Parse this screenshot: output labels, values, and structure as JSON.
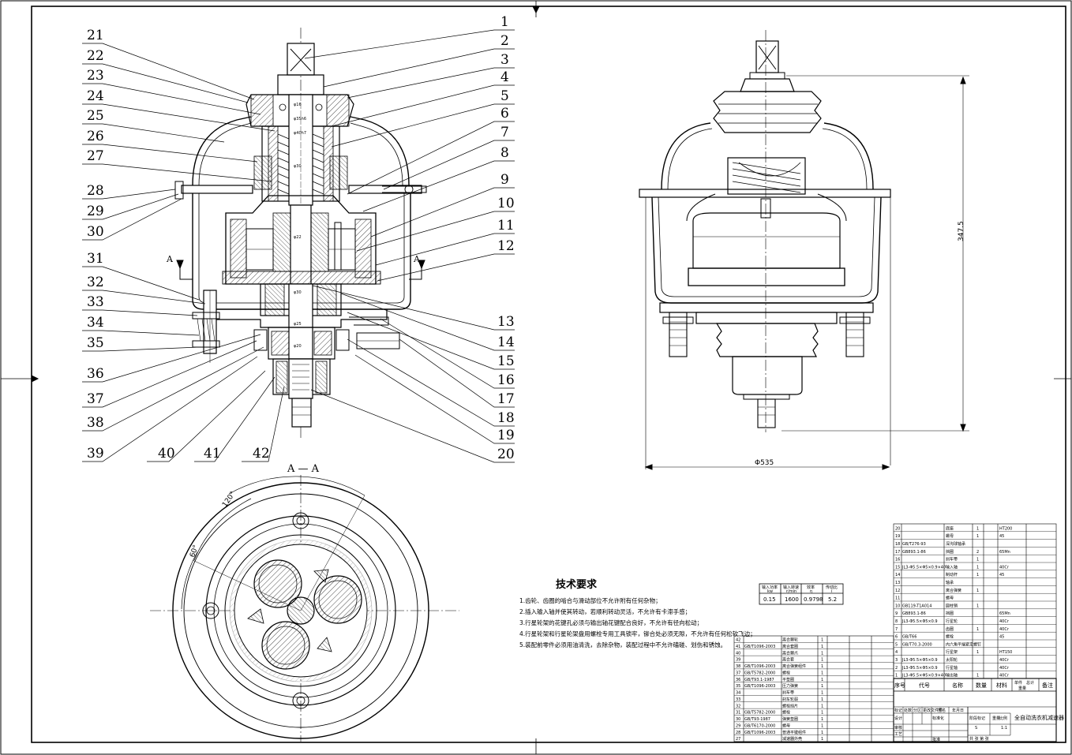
{
  "part_labels_left": [
    "21",
    "22",
    "23",
    "24",
    "25",
    "26",
    "27",
    "28",
    "29",
    "30",
    "31",
    "32",
    "33",
    "34",
    "35",
    "36",
    "37",
    "38",
    "39"
  ],
  "part_labels_right": [
    "1",
    "2",
    "3",
    "4",
    "5",
    "6",
    "7",
    "8",
    "9",
    "10",
    "11",
    "12",
    "13",
    "14",
    "15",
    "16",
    "17",
    "18",
    "19",
    "20"
  ],
  "part_labels_bottom": [
    "40",
    "41",
    "42"
  ],
  "section_marker": "A",
  "section_title": "A — A",
  "angle_120": "120°",
  "angle_60": "60°",
  "dim_height": "347.5",
  "dim_width": "Φ535",
  "tech_req": {
    "title": "技术要求",
    "lines": [
      "1.齿轮、齿圈的啮合与滑动部位不允许附有任何杂物；",
      "2.插入输入轴并使其转动，若顺利转动灵活，不允许有卡滞手感；",
      "3.行星轮架的花键孔必须与输出轴花键配合良好，不允许有径向松动；",
      "4.行星轮架和行星轮架盘用螺栓专用工具锁牢，铆合处必须无隙，不允许有任何松软飞边；",
      "5.装配前零件必须用油清洗，去除杂物，装配过程中不允许磕碰、划伤和锈蚀。"
    ]
  },
  "param_table": {
    "headers": [
      "输入功率",
      "输入转速",
      "效率",
      "传动比"
    ],
    "subheaders": [
      "kw",
      "r/min",
      "η",
      "i"
    ],
    "values": [
      "0.15",
      "1600",
      "0.9798",
      "5.2"
    ]
  },
  "title_block": {
    "drawing_name": "全自动洗衣机减速器",
    "col_seq": "序号",
    "col_code": "代号",
    "col_name": "名称",
    "col_qty": "数量",
    "col_material": "材料",
    "col_unit_weight": "单件",
    "col_total_weight": "总计",
    "col_weight": "重量",
    "col_remark": "备注",
    "row_mark": "标记",
    "row_count": "处数",
    "row_zone": "分区",
    "row_doc": "更改文件号",
    "row_sign": "签名",
    "row_date": "年月日",
    "row_design": "设计",
    "row_standard": "标准化",
    "row_review": "审核",
    "row_process": "工艺",
    "row_approve": "批准",
    "stage": "阶段标记",
    "weight": "重量",
    "scale": "比例",
    "scale_val": "1:1",
    "sheets": "共 张 第 张",
    "stage_mark": "S"
  },
  "bom_upper": [
    {
      "no": "20",
      "code": "",
      "name": "底座",
      "qty": "1",
      "mat": "HT200"
    },
    {
      "no": "19",
      "code": "",
      "name": "螺母",
      "qty": "1",
      "mat": "45"
    },
    {
      "no": "18",
      "code": "GB/T276-93",
      "name": "深沟球轴承",
      "qty": "",
      "mat": ""
    },
    {
      "no": "17",
      "code": "GB893.1-86",
      "name": "挡圈",
      "qty": "2",
      "mat": "65Mn"
    },
    {
      "no": "16",
      "code": "",
      "name": "刹车带",
      "qty": "1",
      "mat": ""
    },
    {
      "no": "15",
      "code": "JL3-Φ5.5×Φ5×0.9×40",
      "name": "输入轴",
      "qty": "1",
      "mat": "40Cr"
    },
    {
      "no": "14",
      "code": "",
      "name": "制动杆",
      "qty": "1",
      "mat": "45"
    },
    {
      "no": "13",
      "code": "",
      "name": "轴承",
      "qty": "",
      "mat": ""
    },
    {
      "no": "12",
      "code": "",
      "name": "离合弹簧",
      "qty": "1",
      "mat": ""
    },
    {
      "no": "11",
      "code": "",
      "name": "螺母",
      "qty": "",
      "mat": ""
    },
    {
      "no": "10",
      "code": "GB119-T1A014",
      "name": "圆柱销",
      "qty": "1",
      "mat": ""
    },
    {
      "no": "9",
      "code": "GB893.1-86",
      "name": "挡圈",
      "qty": "",
      "mat": "65Mn"
    },
    {
      "no": "8",
      "code": "JL3-Φ5.5×Φ5×0.9",
      "name": "行星轮",
      "qty": "",
      "mat": "40Cr"
    },
    {
      "no": "7",
      "code": "",
      "name": "齿圈",
      "qty": "1",
      "mat": "40Cr"
    },
    {
      "no": "6",
      "code": "GB/T66",
      "name": "螺栓",
      "qty": "",
      "mat": "45"
    },
    {
      "no": "5",
      "code": "GB/T70.3-2000",
      "name": "内六角平端紧定螺钉",
      "qty": "",
      "mat": ""
    },
    {
      "no": "4",
      "code": "",
      "name": "行星架",
      "qty": "1",
      "mat": "HT150"
    },
    {
      "no": "3",
      "code": "JL3-Φ5.5×Φ5×0.9",
      "name": "太阳轮",
      "qty": "",
      "mat": "40Cr"
    },
    {
      "no": "2",
      "code": "JL3-Φ5.5×Φ5×0.9",
      "name": "行星轴",
      "qty": "",
      "mat": "40Cr"
    },
    {
      "no": "1",
      "code": "JL3-Φ5.5×Φ5×0.9×40",
      "name": "输出轴",
      "qty": "1",
      "mat": "40Cr"
    }
  ],
  "bom_lower": [
    {
      "no": "42",
      "code": "",
      "name": "离合棘轮",
      "qty": "1"
    },
    {
      "no": "41",
      "code": "GB/T1096-2003",
      "name": "离合套圈",
      "qty": "1"
    },
    {
      "no": "40",
      "code": "",
      "name": "离合棘爪",
      "qty": "1"
    },
    {
      "no": "39",
      "code": "",
      "name": "离合套",
      "qty": "1"
    },
    {
      "no": "38",
      "code": "GB/T1096-2003",
      "name": "离合弹簧组件",
      "qty": "1"
    },
    {
      "no": "37",
      "code": "GB/T5782-2000",
      "name": "螺栓",
      "qty": "1"
    },
    {
      "no": "36",
      "code": "GB/T93.1-1987",
      "name": "平垫圈",
      "qty": "1"
    },
    {
      "no": "35",
      "code": "GB/T1096-2003",
      "name": "压力弹簧",
      "qty": "1"
    },
    {
      "no": "34",
      "code": "",
      "name": "刹车带",
      "qty": "1"
    },
    {
      "no": "33",
      "code": "",
      "name": "刹车轮毂",
      "qty": "1"
    },
    {
      "no": "32",
      "code": "",
      "name": "螺栓挡片",
      "qty": "1"
    },
    {
      "no": "31",
      "code": "GB/T5782-2000",
      "name": "螺栓",
      "qty": "1"
    },
    {
      "no": "30",
      "code": "GB/T93-1987",
      "name": "弹簧垫圈",
      "qty": "1"
    },
    {
      "no": "29",
      "code": "GB/T6170-2000",
      "name": "螺母",
      "qty": "1"
    },
    {
      "no": "28",
      "code": "GB/T1096-2003",
      "name": "普通平键组件",
      "qty": "1"
    },
    {
      "no": "27",
      "code": "",
      "name": "减速器外壳",
      "qty": "1"
    }
  ]
}
